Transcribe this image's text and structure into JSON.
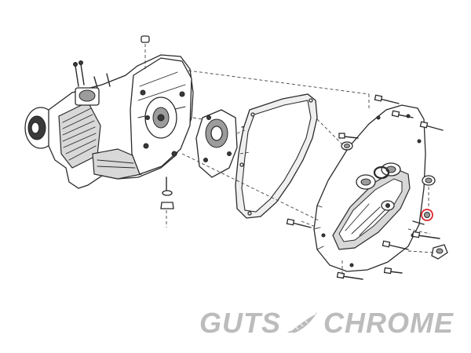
{
  "logo": {
    "word1": "GUTS",
    "word2": "CHROME",
    "color": "#bcbcbc"
  },
  "highlight": {
    "color": "#e0262e",
    "marks": "selected-part"
  }
}
